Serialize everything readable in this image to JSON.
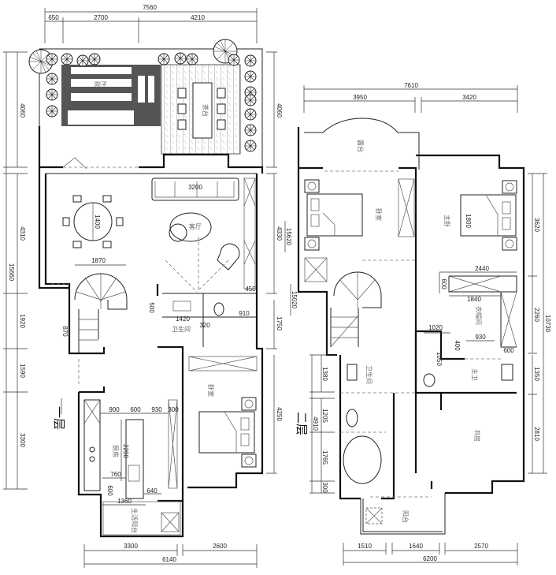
{
  "floor1": {
    "label": "一层",
    "rooms": {
      "yard": "院子",
      "tea": "茶台",
      "living": "客厅",
      "toilet": "卫生间",
      "bedroom": "卧室",
      "kitchen": "厨房",
      "balcony": "生活阳台"
    },
    "dims_top": {
      "total": "7560",
      "a": "650",
      "b": "2700",
      "c": "4210"
    },
    "dims_left": {
      "total": "15660",
      "a": "4060",
      "b": "4310",
      "c": "1920",
      "d": "1590",
      "e": "3300"
    },
    "dims_right": {
      "total": "15620",
      "a": "4060",
      "b": "4330",
      "c": "1750",
      "d": "4250"
    },
    "dims_bottom": {
      "total": "6140",
      "a": "3300",
      "b": "2600"
    },
    "dims_inner": {
      "sofa": "3200",
      "table": "1400",
      "stair": "1870",
      "wc_w": "1420",
      "wc_h": "500",
      "wc_a": "320",
      "wc_b": "910",
      "wc_c": "450",
      "stair_h": "870",
      "k1": "900",
      "k2": "600",
      "k3": "930",
      "k4": "300",
      "k5": "2200",
      "k6": "760",
      "k7": "640",
      "k8": "600",
      "k9": "1360"
    }
  },
  "floor2": {
    "label": "二层",
    "rooms": {
      "terrace": "露台",
      "bedroom": "卧室",
      "master": "主卧",
      "closet": "衣帽间",
      "bath": "主卫",
      "toilet": "卫生间",
      "study": "书房",
      "balcony": "阳台"
    },
    "dims_top": {
      "total": "7610",
      "a": "3950",
      "b": "3420"
    },
    "dims_left": {
      "total": "4910",
      "a": "1380",
      "b": "1205",
      "c": "1765",
      "d": "300",
      "full": "15020"
    },
    "dims_right": {
      "total": "10730",
      "a": "3620",
      "b": "2260",
      "c": "1350",
      "d": "2810"
    },
    "dims_bottom": {
      "total": "6200",
      "a": "1510",
      "b": "1640",
      "c": "2570"
    },
    "dims_inner": {
      "cl1": "2440",
      "cl2": "600",
      "cl3": "1840",
      "b1": "1020",
      "b2": "930",
      "b3": "400",
      "b4": "1050",
      "b5": "600",
      "bed": "1800"
    }
  }
}
